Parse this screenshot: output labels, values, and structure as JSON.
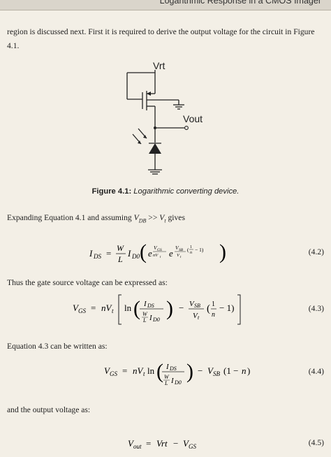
{
  "header": {
    "running_title": "Logarithmic Response in a CMOS Imager"
  },
  "paragraphs": {
    "intro": "region is discussed next.  First it is required to derive the output voltage for the circuit in Figure 4.1.",
    "expanding": "Expanding Equation 4.1 and assuming",
    "expanding_cond": "V_DB >> V_t gives",
    "gate_source": "Thus the gate source voltage can be expressed as:",
    "eq43_written": "Equation 4.3 can be written as:",
    "output_voltage": "and the output voltage as:"
  },
  "figure": {
    "label_vrt": "Vrt",
    "label_vout": "Vout",
    "caption_num": "Figure 4.1:",
    "caption_text": "Logarithmic converting device."
  },
  "equations": {
    "eq42": {
      "number": "(4.2)"
    },
    "eq43": {
      "number": "(4.3)"
    },
    "eq44": {
      "number": "(4.4)"
    },
    "eq45": {
      "number": "(4.5)"
    }
  }
}
